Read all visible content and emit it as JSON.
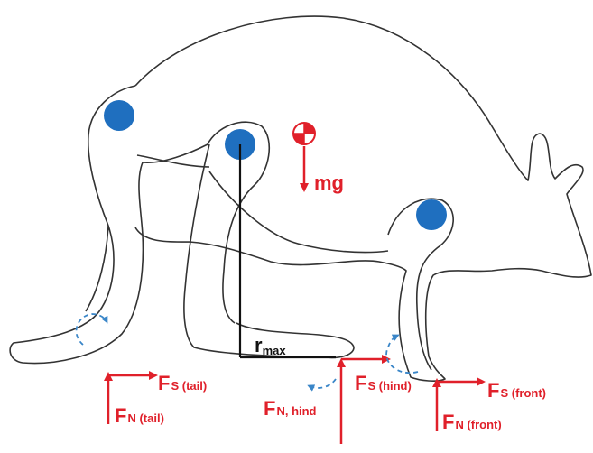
{
  "labels": {
    "mg": "mg",
    "r_main": "r",
    "r_sub": "max",
    "fs_tail_main": "F",
    "fs_tail_sub": "S (tail)",
    "fn_tail_main": "F",
    "fn_tail_sub": "N (tail)",
    "fn_hind": "F",
    "fn_hind_sub": "N, hind",
    "fs_hind_main": "F",
    "fs_hind_sub": "S (hind)",
    "fs_front_main": "F",
    "fs_front_sub": "S (front)",
    "fn_front_main": "F",
    "fn_front_sub": "N (front)"
  },
  "colors": {
    "force": "#e0202a",
    "joint": "#1f6fbf",
    "outline": "#333333",
    "rotation": "#3a86c8",
    "lever": "#111111"
  }
}
